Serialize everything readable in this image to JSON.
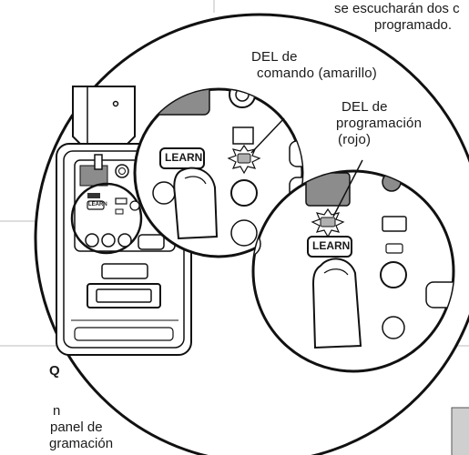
{
  "header_fragment": {
    "line1": "se escucharán dos c",
    "line2": "programado."
  },
  "callouts": {
    "command_led": {
      "line1": "DEL de",
      "line2": "comando (amarillo)"
    },
    "program_led": {
      "line1": "DEL de",
      "line2": "programación",
      "line3": "(rojo)"
    }
  },
  "buttons": {
    "learn_label": "LEARN"
  },
  "left_fragment": {
    "heading": "Q",
    "line1": "n",
    "line2": "panel de",
    "line3": "gramación"
  },
  "colors": {
    "led_yellow": "command LED (yellow)",
    "led_red": "programming LED (red)"
  }
}
